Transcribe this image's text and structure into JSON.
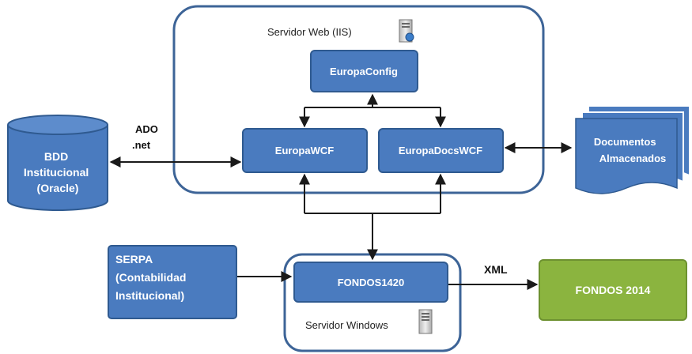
{
  "containers": {
    "web_server_label": "Servidor Web (IIS)",
    "windows_server_label": "Servidor Windows"
  },
  "nodes": {
    "europa_config": "EuropaConfig",
    "europa_wcf": "EuropaWCF",
    "europa_docs_wcf": "EuropaDocsWCF",
    "fondos1420": "FONDOS1420",
    "fondos2014": "FONDOS 2014",
    "bdd": [
      "BDD",
      "Institucional",
      "(Oracle)"
    ],
    "serpa": [
      "SERPA",
      "(Contabilidad",
      "Institucional)"
    ],
    "documentos": [
      "Documentos",
      "Almacenados"
    ]
  },
  "edge_labels": {
    "ado": "ADO",
    "ado_net": ".net",
    "xml": "XML"
  },
  "colors": {
    "node_fill": "#4a7bbf",
    "node_stroke": "#2f5a90",
    "container_stroke": "#3d6497",
    "green_fill": "#8bb43f",
    "green_stroke": "#6d9130",
    "arrow": "#1a1a1a"
  },
  "icons": [
    "server-icon"
  ]
}
